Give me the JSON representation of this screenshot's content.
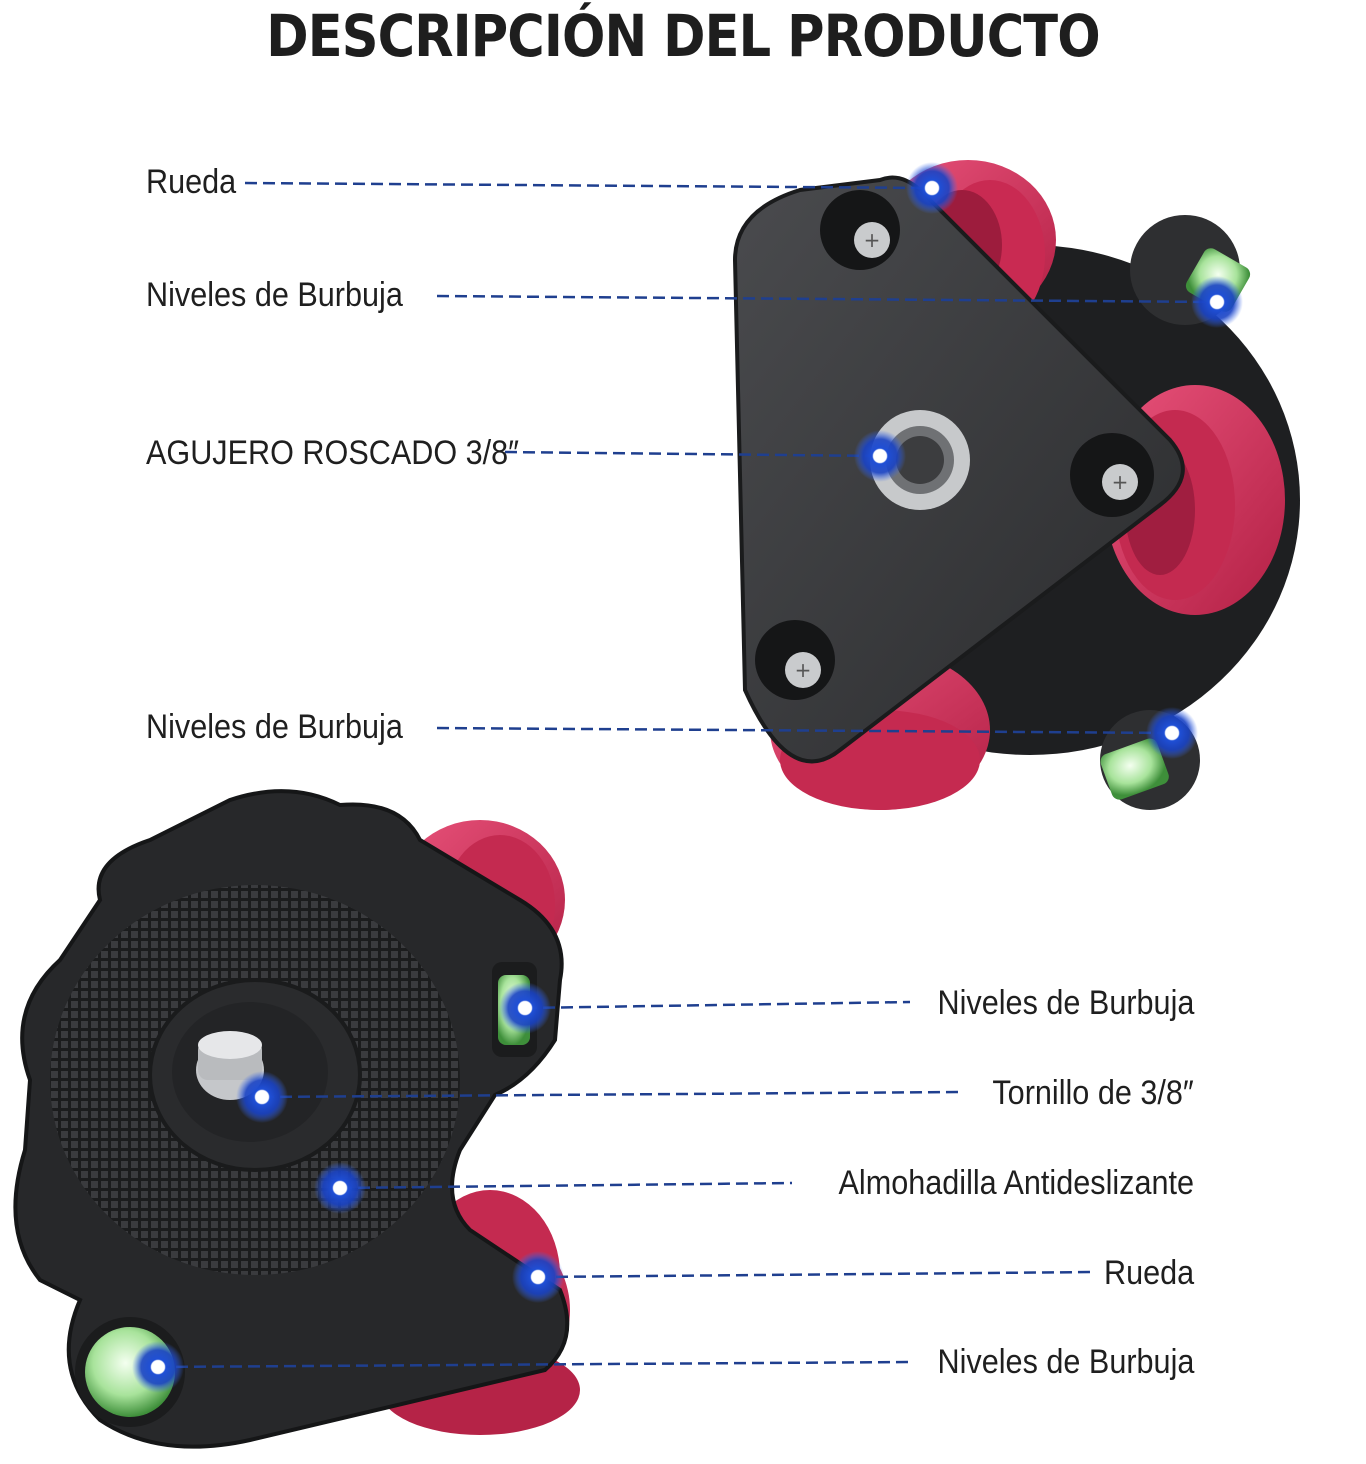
{
  "title": "DESCRIPCIÓN DEL PRODUCTO",
  "top_device": {
    "labels": {
      "rueda": "Rueda",
      "niveles_1": "Niveles de Burbuja",
      "agujero": "AGUJERO ROSCADO 3/8″",
      "niveles_2": "Niveles de Burbuja"
    }
  },
  "bottom_device": {
    "labels": {
      "niveles_1": "Niveles de Burbuja",
      "tornillo": "Tornillo de 3/8″",
      "almohadilla": "Almohadilla Antideslizante",
      "rueda": "Rueda",
      "niveles_2": "Niveles de Burbuja"
    }
  },
  "colors": {
    "metal_dark": "#2b2c2e",
    "metal_mid": "#3a3b3d",
    "wheel_red": "#d6335a",
    "bubble_green": "#8fd48a",
    "marker_blue": "#1f4fd6",
    "leader_blue": "#1f3f8f"
  }
}
